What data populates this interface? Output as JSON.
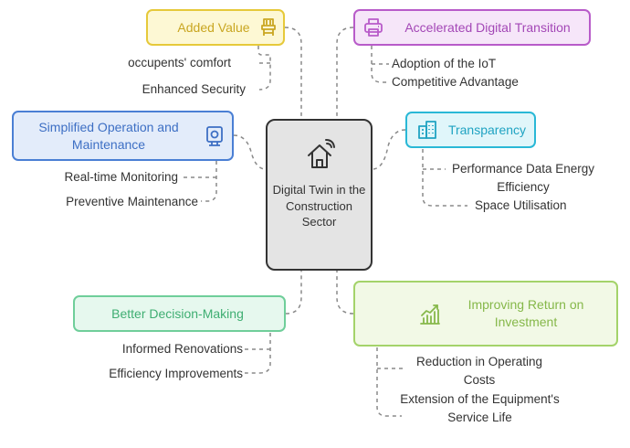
{
  "center": {
    "label": "Digital Twin in the Construction Sector",
    "icon": "smart-home-icon"
  },
  "branches": {
    "added_value": {
      "label": "Added Value",
      "icon": "chair-icon",
      "color": "#e6c93a",
      "fill": "#fdf8d4",
      "items": [
        "occupents' comfort",
        "Enhanced Security"
      ]
    },
    "accelerated": {
      "label": "Accelerated Digital Transition",
      "icon": "printer-icon",
      "color": "#b85bc9",
      "fill": "#f6e6f9",
      "items": [
        "Adoption of the IoT",
        "Competitive Advantage"
      ]
    },
    "simplified": {
      "label": "Simplified Operation and Maintenance",
      "icon": "camera-icon",
      "color": "#4a7fd4",
      "fill": "#e3ecfa",
      "items": [
        "Real-time Monitoring",
        "Preventive Maintenance"
      ]
    },
    "transparency": {
      "label": "Transparency",
      "icon": "building-icon",
      "color": "#29b8d6",
      "fill": "#e0f6fa",
      "items": [
        "Performance Data Energy Efficiency",
        "Space Utilisation"
      ]
    },
    "decision": {
      "label": "Better Decision-Making",
      "icon": "",
      "color": "#6fce9a",
      "fill": "#e6f8ee",
      "items": [
        "Informed Renovations",
        "Efficiency Improvements"
      ]
    },
    "roi": {
      "label": "Improving Return on Investment",
      "icon": "growth-chart-icon",
      "color": "#a4d36a",
      "fill": "#f2f9e6",
      "items": [
        "Reduction in Operating Costs",
        "Extension of the Equipment's Service Life"
      ]
    }
  }
}
